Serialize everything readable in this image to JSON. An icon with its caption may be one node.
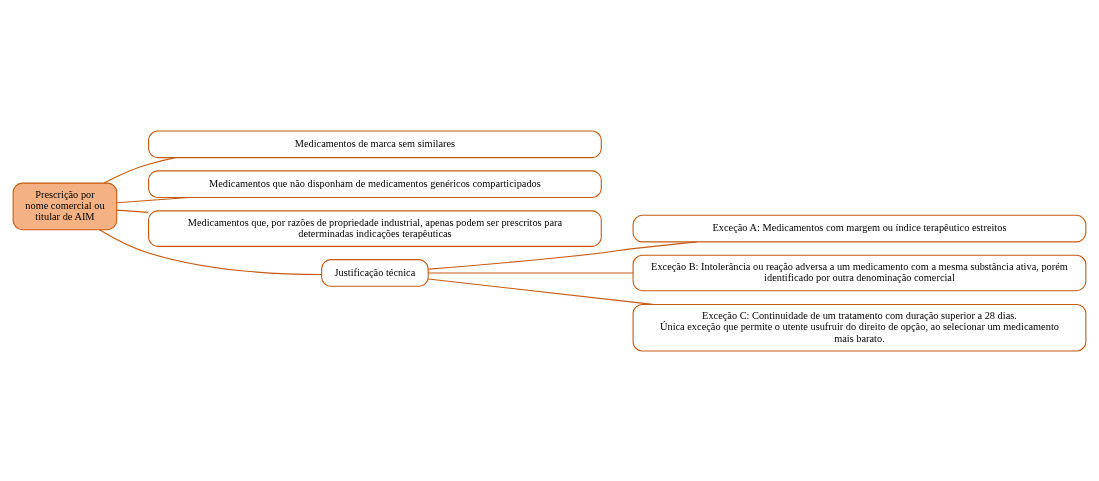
{
  "diagram": {
    "nodes": [
      {
        "text": [
          "Prescrição por nome comercial ou titular de AIM"
        ]
      },
      {
        "text": [
          "Medicamentos de marca sem similares"
        ]
      },
      {
        "text": [
          "Medicamentos que não disponham de medicamentos genéricos comparticipados"
        ]
      },
      {
        "text": [
          "Medicamentos que, por razões de propriedade industrial, apenas podem ser prescritos para determinadas indicações terapêuticas"
        ]
      },
      {
        "text": [
          "Justificação técnica"
        ]
      },
      {
        "text": [
          "Exceção A: Medicamentos com margem ou índice terapêutico estreitos"
        ]
      },
      {
        "text": [
          "Exceção B: Intolerância ou reação adversa a um medicamento com a mesma substância ativa, porém identificado por outra denominação comercial"
        ]
      },
      {
        "text": [
          "Exceção C: Continuidade de um tratamento com duração superior a 28 dias.",
          "Única exceção que permite o utente usufruir do direito de opção, ao selecionar um medicamento mais barato."
        ]
      }
    ],
    "edges": [
      {
        "from": 0,
        "to": 1,
        "arrow": "none"
      },
      {
        "from": 0,
        "to": 2,
        "arrow": "none"
      },
      {
        "from": 0,
        "to": 3,
        "arrow": "none"
      },
      {
        "from": 0,
        "to": 4,
        "arrow": "none"
      },
      {
        "from": 4,
        "to": 5,
        "arrow": "none"
      },
      {
        "from": 4,
        "to": 6,
        "arrow": "none"
      },
      {
        "from": 4,
        "to": 7,
        "arrow": "none"
      }
    ]
  }
}
